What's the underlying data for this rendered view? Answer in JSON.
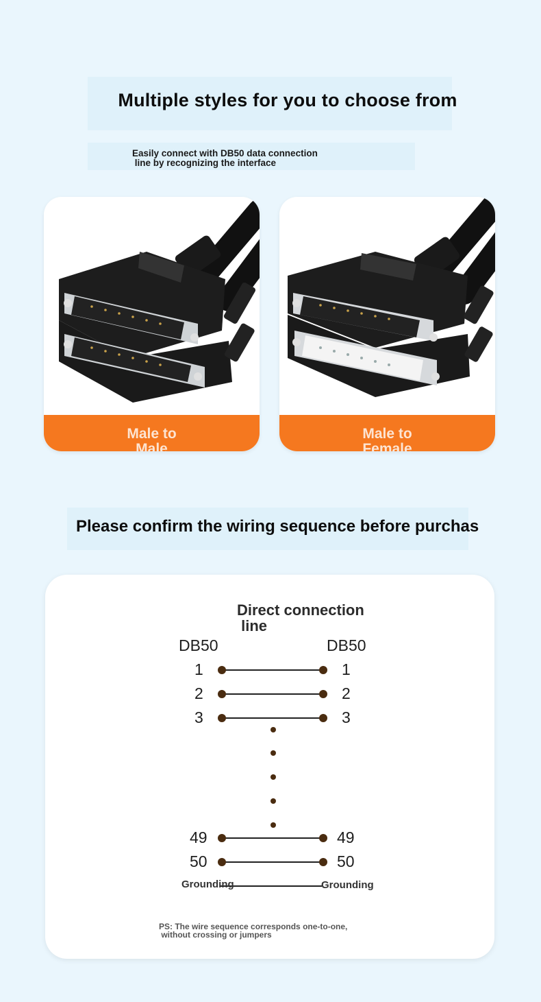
{
  "header": {
    "title": "Multiple styles for you to choose from",
    "subtitle": "Easily connect with DB50 data connection\n line by recognizing the interface"
  },
  "cards": [
    {
      "label": "Male to\nMale",
      "bottom": "male",
      "image": "db50-male-to-male-cable"
    },
    {
      "label": "Male to\nFemale",
      "bottom": "female",
      "image": "db50-male-to-female-cable"
    }
  ],
  "wiring": {
    "heading": "Please confirm the wiring sequence before purchas",
    "diagram_title": "Direct connection\n line",
    "left_header": "DB50",
    "right_header": "DB50",
    "pins_top": [
      "1",
      "2",
      "3"
    ],
    "pins_bottom": [
      "49",
      "50"
    ],
    "grounding_left": "Grounding",
    "grounding_right": "Grounding",
    "note": "PS: The wire sequence corresponds one-to-one,\n without crossing or jumpers"
  },
  "colors": {
    "accent": "#f5781f",
    "background": "#eaf6fd",
    "pin_dot": "#4a2c10"
  }
}
